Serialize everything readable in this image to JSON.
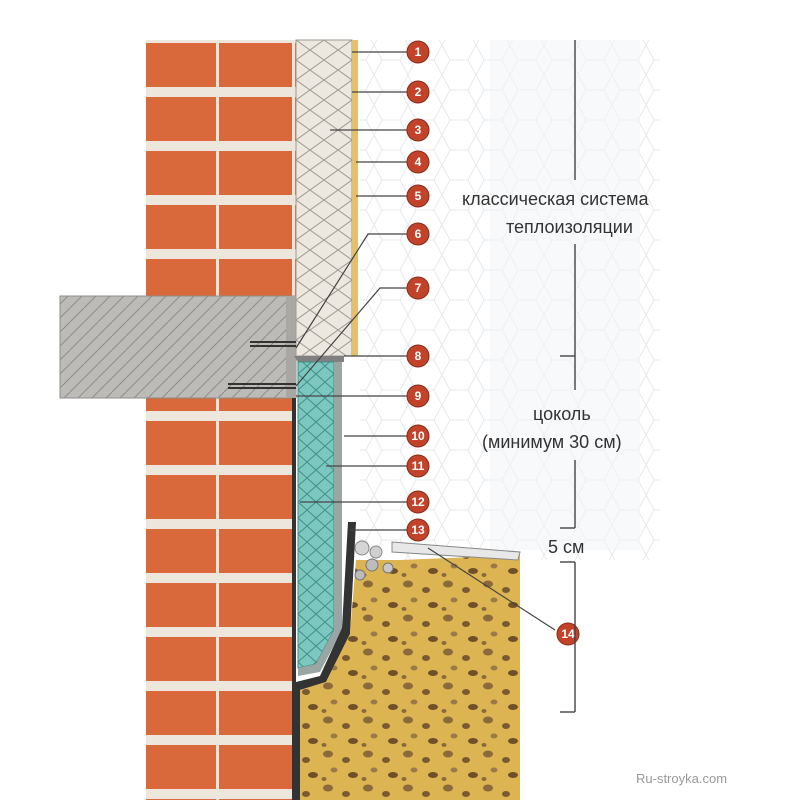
{
  "labels": {
    "classic_system_line1": "классическая система",
    "classic_system_line2": "теплоизоляции",
    "plinth_line1": "цоколь",
    "plinth_line2": "(минимум 30 см)",
    "gap": "5 см"
  },
  "callouts": [
    "1",
    "2",
    "3",
    "4",
    "5",
    "6",
    "7",
    "8",
    "9",
    "10",
    "11",
    "12",
    "13",
    "14"
  ],
  "watermark": "Ru-stroyka.com",
  "colors": {
    "brick": "#d9683a",
    "mortar": "#ece6dc",
    "concrete": "#bdbbb7",
    "wool": "#ece8df",
    "xps": "#7cc8c0",
    "soil": "#dcb552",
    "callout": "#c2432a",
    "leader": "#444444"
  }
}
